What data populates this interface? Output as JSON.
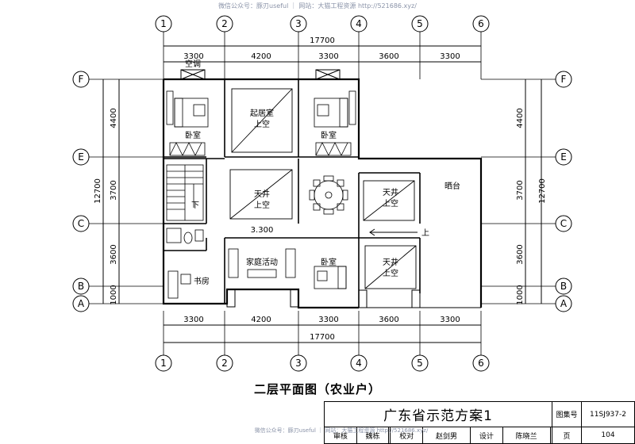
{
  "watermark_top": "微信公众号：豚刃useful ｜ 网站：大猫工程资源 http://521686.xyz/",
  "watermark_bottom": "微信公众号：豚刃useful ｜ 网站：大猫工程资源 http://521686.xyz/",
  "axes": {
    "cols": [
      "1",
      "2",
      "3",
      "4",
      "5",
      "6"
    ],
    "rows": [
      "F",
      "E",
      "C",
      "B",
      "A"
    ]
  },
  "dims": {
    "top_total": "17700",
    "top_spans": [
      "3300",
      "4200",
      "3300",
      "3600",
      "3300"
    ],
    "bottom_total": "17700",
    "bottom_spans": [
      "3300",
      "4200",
      "3300",
      "3600",
      "3300"
    ],
    "side_total": "12700",
    "side_spans": [
      "4400",
      "3700",
      "3600",
      "1000"
    ]
  },
  "rooms": {
    "aircon": "空调",
    "bedroom_nw": "卧室",
    "living_void_1": "起居室",
    "living_void_2": "上空",
    "bedroom_ne": "卧室",
    "courtyard_1": "天井",
    "courtyard_2": "上空",
    "terrace": "晒台",
    "east_court_1_a": "天井",
    "east_court_1_b": "上空",
    "east_court_2_a": "天井",
    "east_court_2_b": "上空",
    "level": "3.300",
    "family": "家庭活动",
    "bedroom_s": "卧室",
    "study": "书房",
    "stair_down": "下",
    "stair_up": "上"
  },
  "plan_title": "二层平面图（农业户）",
  "title_block": {
    "project": "广东省示范方案1",
    "atlas_label": "图集号",
    "atlas_no": "11SJ937-2",
    "review": "审核",
    "review_name": "魏栋",
    "check": "校对",
    "check_name": "赵剑男",
    "design": "设计",
    "design_name": "陈晓兰",
    "page_label": "页",
    "page_no": "104"
  }
}
